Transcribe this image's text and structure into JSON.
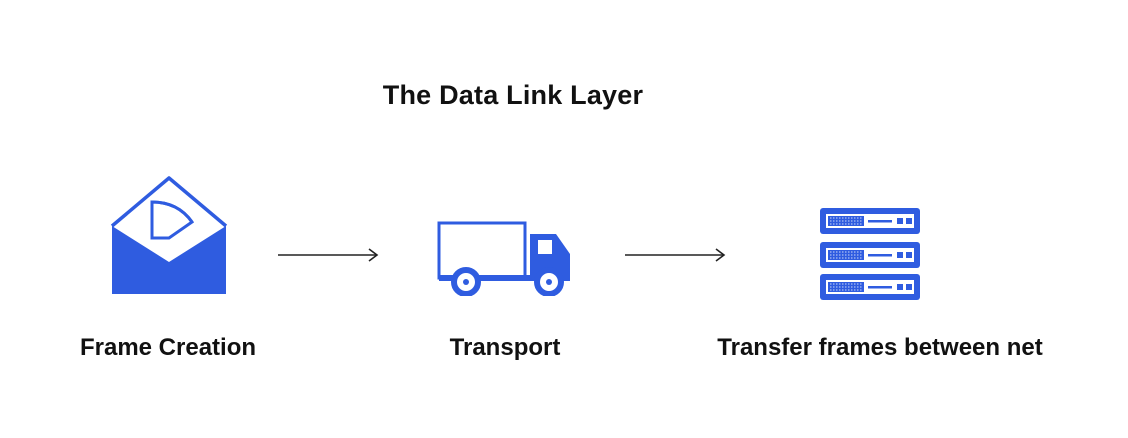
{
  "diagram": {
    "title": "The Data Link Layer",
    "steps": [
      {
        "label": "Frame Creation",
        "icon": "envelope-icon"
      },
      {
        "label": "Transport",
        "icon": "truck-icon"
      },
      {
        "label": "Transfer frames between net",
        "icon": "server-stack-icon"
      }
    ],
    "colors": {
      "icon": "#2f5ce0",
      "text": "#111111",
      "arrow": "#222222"
    }
  }
}
